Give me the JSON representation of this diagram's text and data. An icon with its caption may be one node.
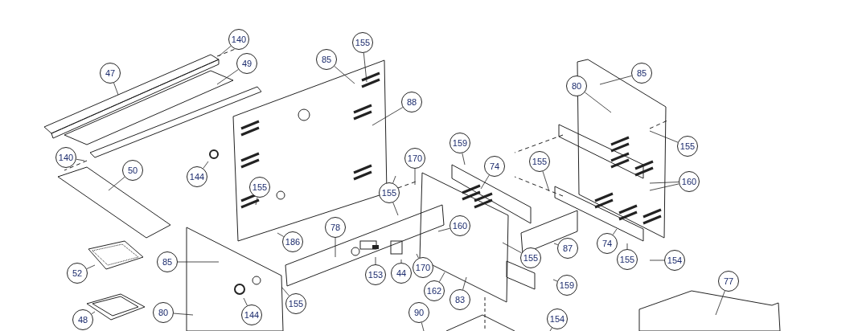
{
  "diagram": {
    "nodes": [
      {
        "text": [
          "140"
        ]
      },
      {
        "text": [
          "47"
        ]
      },
      {
        "text": [
          "49"
        ]
      },
      {
        "text": [
          "155"
        ]
      },
      {
        "text": [
          "85"
        ]
      },
      {
        "text": [
          "88"
        ]
      },
      {
        "text": [
          "80"
        ]
      },
      {
        "text": [
          "85"
        ]
      },
      {
        "text": [
          "155"
        ]
      },
      {
        "text": [
          "160"
        ]
      },
      {
        "text": [
          "140"
        ]
      },
      {
        "text": [
          "50"
        ]
      },
      {
        "text": [
          "144"
        ]
      },
      {
        "text": [
          "155"
        ]
      },
      {
        "text": [
          "155"
        ]
      },
      {
        "text": [
          "170"
        ]
      },
      {
        "text": [
          "159"
        ]
      },
      {
        "text": [
          "74"
        ]
      },
      {
        "text": [
          "155"
        ]
      },
      {
        "text": [
          "160"
        ]
      },
      {
        "text": [
          "78"
        ]
      },
      {
        "text": [
          "186"
        ]
      },
      {
        "text": [
          "87"
        ]
      },
      {
        "text": [
          "85"
        ]
      },
      {
        "text": [
          "52"
        ]
      },
      {
        "text": [
          "153"
        ]
      },
      {
        "text": [
          "44"
        ]
      },
      {
        "text": [
          "170"
        ]
      },
      {
        "text": [
          "155"
        ]
      },
      {
        "text": [
          "74"
        ]
      },
      {
        "text": [
          "155"
        ]
      },
      {
        "text": [
          "154"
        ]
      },
      {
        "text": [
          "162"
        ]
      },
      {
        "text": [
          "83"
        ]
      },
      {
        "text": [
          "159"
        ]
      },
      {
        "text": [
          "77"
        ]
      },
      {
        "text": [
          "80"
        ]
      },
      {
        "text": [
          "144"
        ]
      },
      {
        "text": [
          "155"
        ]
      },
      {
        "text": [
          "48"
        ]
      },
      {
        "text": [
          "90"
        ]
      },
      {
        "text": [
          "154"
        ]
      }
    ],
    "edges": [
      {
        "from": 0,
        "to": null,
        "arrow": "none"
      },
      {
        "from": 1,
        "to": null,
        "arrow": "none"
      },
      {
        "from": 2,
        "to": null,
        "arrow": "none"
      },
      {
        "from": 3,
        "to": null,
        "arrow": "none"
      },
      {
        "from": 4,
        "to": null,
        "arrow": "none"
      },
      {
        "from": 5,
        "to": null,
        "arrow": "none"
      },
      {
        "from": 6,
        "to": null,
        "arrow": "none"
      },
      {
        "from": 7,
        "to": null,
        "arrow": "none"
      },
      {
        "from": 8,
        "to": null,
        "arrow": "none"
      },
      {
        "from": 9,
        "to": null,
        "arrow": "none"
      },
      {
        "from": 9,
        "to": null,
        "arrow": "none"
      },
      {
        "from": 10,
        "to": null,
        "arrow": "none"
      },
      {
        "from": 11,
        "to": null,
        "arrow": "none"
      },
      {
        "from": 12,
        "to": null,
        "arrow": "none"
      },
      {
        "from": 13,
        "to": null,
        "arrow": "none"
      },
      {
        "from": 14,
        "to": null,
        "arrow": "none"
      },
      {
        "from": 14,
        "to": null,
        "arrow": "none"
      },
      {
        "from": 15,
        "to": null,
        "arrow": "none"
      },
      {
        "from": 16,
        "to": null,
        "arrow": "none"
      },
      {
        "from": 17,
        "to": null,
        "arrow": "none"
      },
      {
        "from": 18,
        "to": null,
        "arrow": "none"
      },
      {
        "from": 19,
        "to": null,
        "arrow": "none"
      },
      {
        "from": 20,
        "to": null,
        "arrow": "none"
      },
      {
        "from": 21,
        "to": null,
        "arrow": "none"
      },
      {
        "from": 22,
        "to": null,
        "arrow": "none"
      },
      {
        "from": 23,
        "to": null,
        "arrow": "none"
      },
      {
        "from": 24,
        "to": null,
        "arrow": "none"
      },
      {
        "from": 25,
        "to": null,
        "arrow": "none"
      },
      {
        "from": 26,
        "to": null,
        "arrow": "none"
      },
      {
        "from": 27,
        "to": null,
        "arrow": "none"
      },
      {
        "from": 28,
        "to": null,
        "arrow": "none"
      },
      {
        "from": 29,
        "to": null,
        "arrow": "none"
      },
      {
        "from": 30,
        "to": null,
        "arrow": "none"
      },
      {
        "from": 31,
        "to": null,
        "arrow": "none"
      },
      {
        "from": 32,
        "to": null,
        "arrow": "none"
      },
      {
        "from": 33,
        "to": null,
        "arrow": "none"
      },
      {
        "from": 34,
        "to": null,
        "arrow": "none"
      },
      {
        "from": 35,
        "to": null,
        "arrow": "none"
      },
      {
        "from": 36,
        "to": null,
        "arrow": "none"
      },
      {
        "from": 37,
        "to": null,
        "arrow": "none"
      },
      {
        "from": 38,
        "to": null,
        "arrow": "none"
      },
      {
        "from": 39,
        "to": null,
        "arrow": "none"
      },
      {
        "from": 40,
        "to": null,
        "arrow": "none"
      },
      {
        "from": 41,
        "to": null,
        "arrow": "none"
      }
    ]
  }
}
